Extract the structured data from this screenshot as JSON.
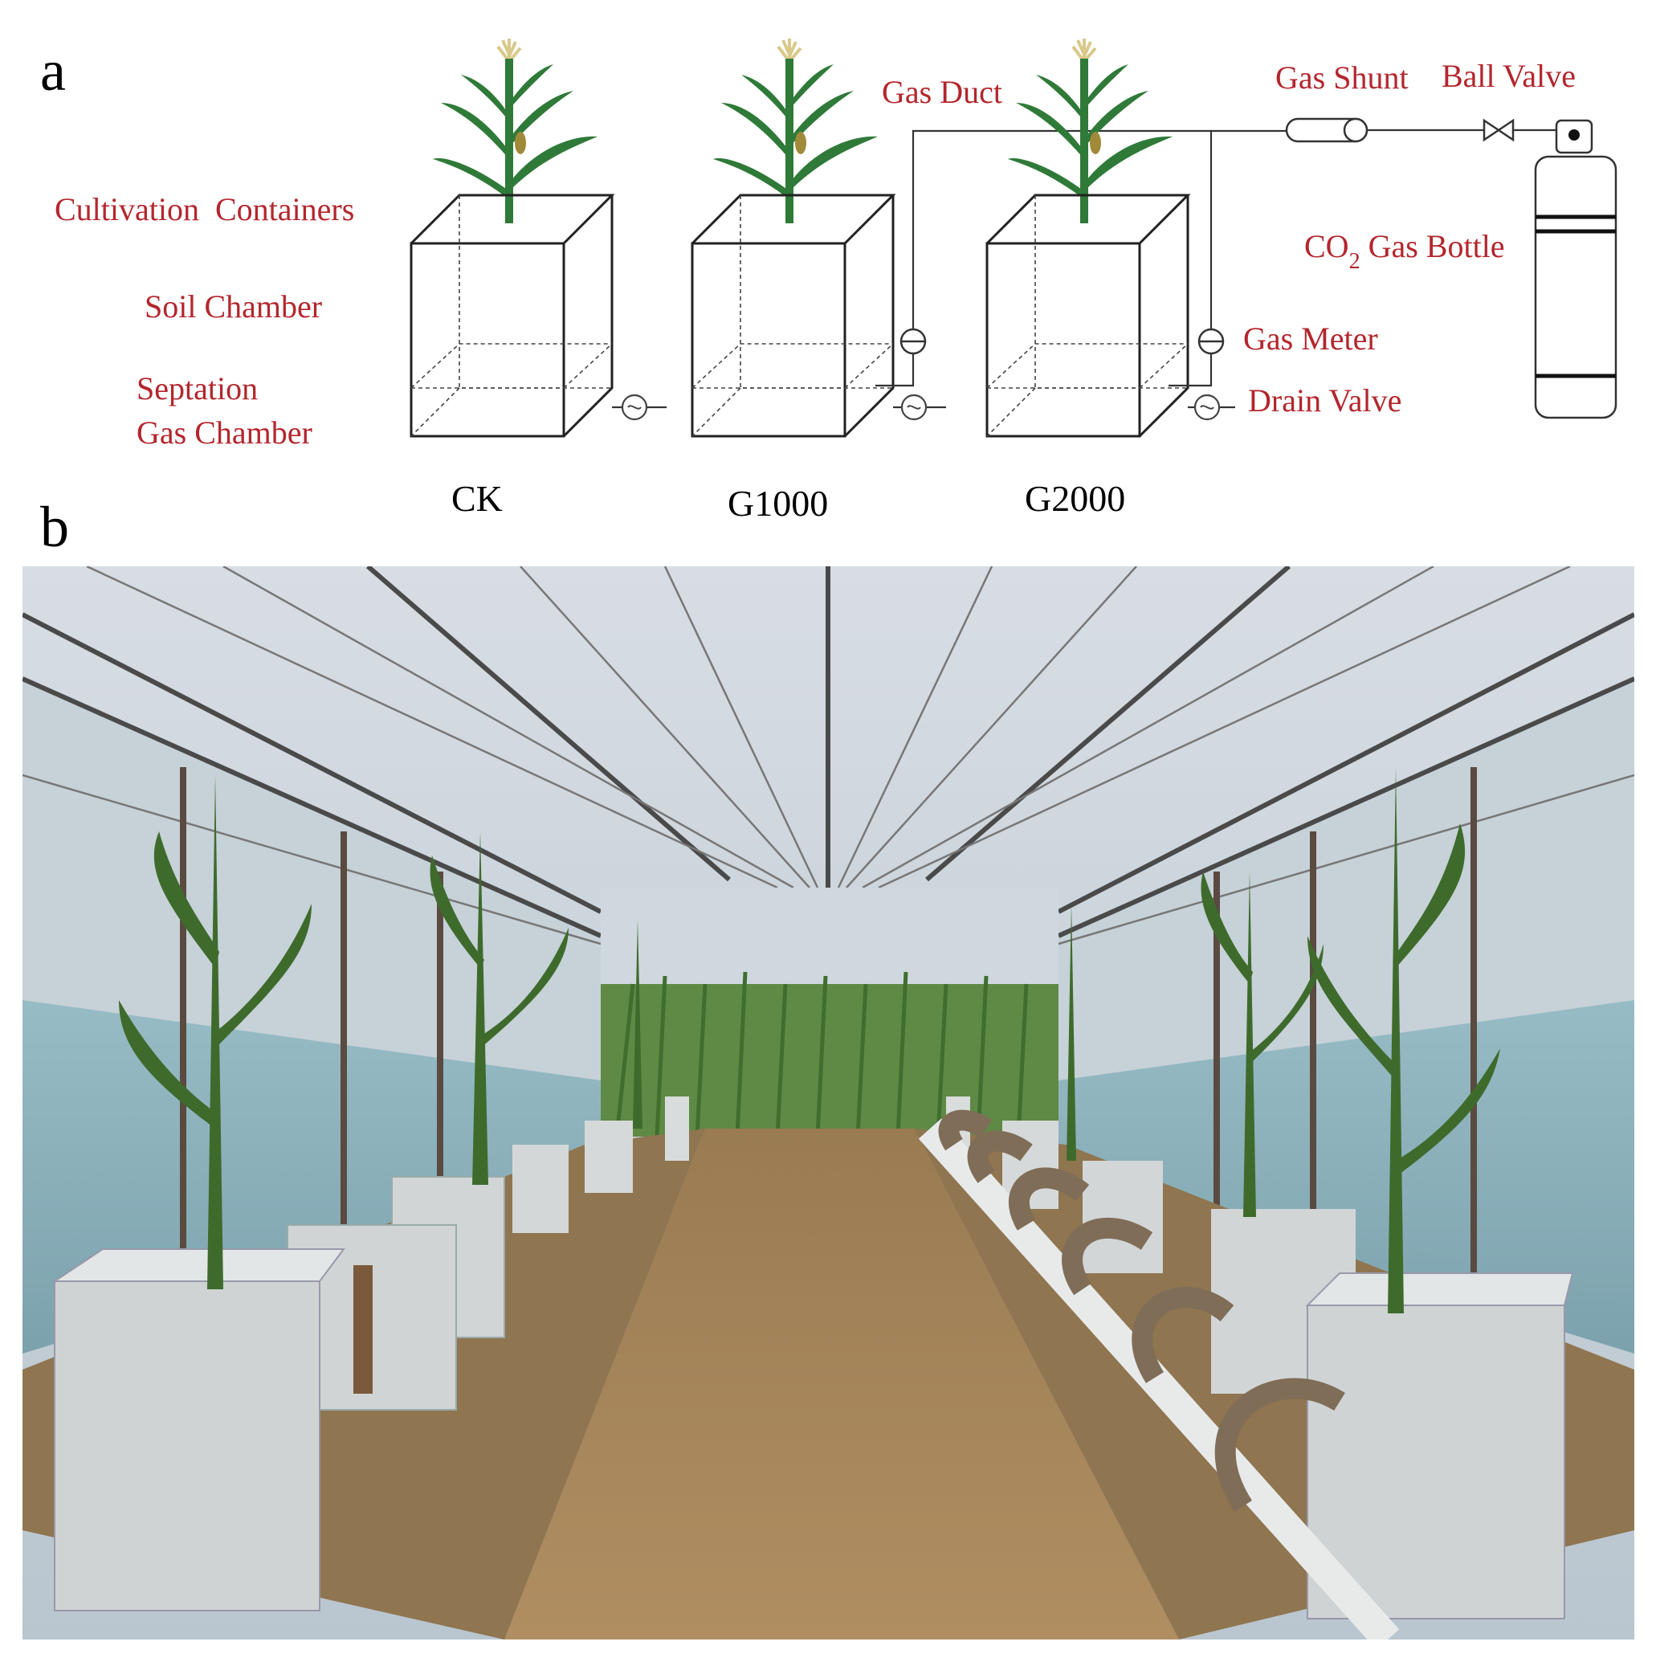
{
  "panels": {
    "a": {
      "letter": "a"
    },
    "b": {
      "letter": "b"
    }
  },
  "left_labels": {
    "cultivation_containers": "Cultivation  Containers",
    "soil_chamber": "Soil Chamber",
    "septation": "Septation",
    "gas_chamber": "Gas Chamber"
  },
  "treatments": [
    "CK",
    "G1000",
    "G2000"
  ],
  "component_labels": {
    "gas_duct": "Gas Duct",
    "gas_shunt": "Gas Shunt",
    "ball_valve": "Ball Valve",
    "co2_bottle_prefix": "CO",
    "co2_subscript": "2",
    "co2_bottle_suffix": " Gas Bottle",
    "gas_meter": "Gas Meter",
    "drain_valve": "Drain Valve"
  },
  "colors": {
    "label_red": "#b3262d",
    "leaf_green": "#2f7a38",
    "tassel": "#d9c98a"
  }
}
